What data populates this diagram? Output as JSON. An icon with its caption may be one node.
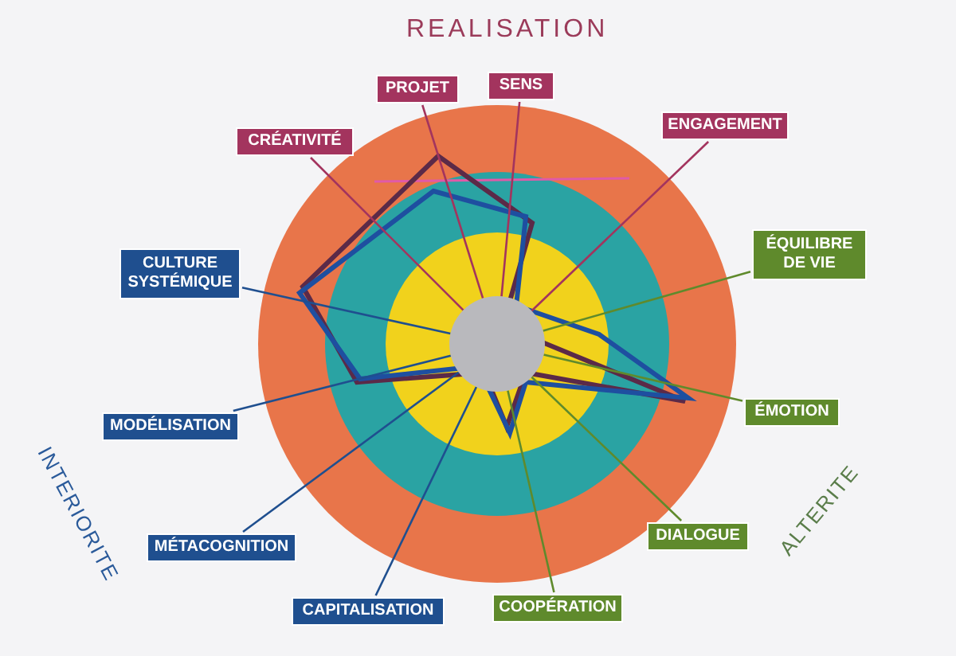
{
  "diagram": {
    "nodes": [
      {
        "text": [
          "PROJET"
        ]
      },
      {
        "text": [
          "SENS"
        ]
      },
      {
        "text": [
          "CRÉATIVITÉ"
        ]
      },
      {
        "text": [
          "ENGAGEMENT"
        ]
      },
      {
        "text": [
          "CULTURE SYSTÉMIQUE"
        ]
      },
      {
        "text": [
          "ÉQUILIBRE DE VIE"
        ]
      },
      {
        "text": [
          "MODÉLISATION"
        ]
      },
      {
        "text": [
          "ÉMOTION"
        ]
      },
      {
        "text": [
          "MÉTACOGNITION"
        ]
      },
      {
        "text": [
          "DIALOGUE"
        ]
      },
      {
        "text": [
          "CAPITALISATION"
        ]
      },
      {
        "text": [
          "COOPÉRATION"
        ]
      },
      {
        "text": [],
        "shape": "circle"
      }
    ],
    "edges": [
      {
        "from": 0,
        "to": 12,
        "arrow": "none",
        "color": "#a3345e"
      },
      {
        "from": 1,
        "to": 12,
        "arrow": "none",
        "color": "#a3345e"
      },
      {
        "from": 2,
        "to": 12,
        "arrow": "none",
        "color": "#a3345e"
      },
      {
        "from": 3,
        "to": 12,
        "arrow": "none",
        "color": "#a3345e"
      },
      {
        "from": 4,
        "to": 12,
        "arrow": "none",
        "color": "#1f4f8f"
      },
      {
        "from": 5,
        "to": 12,
        "arrow": "none",
        "color": "#5f8a2c"
      },
      {
        "from": 6,
        "to": 12,
        "arrow": "none",
        "color": "#1f4f8f"
      },
      {
        "from": 7,
        "to": 12,
        "arrow": "none",
        "color": "#5f8a2c"
      },
      {
        "from": 8,
        "to": 12,
        "arrow": "none",
        "color": "#1f4f8f"
      },
      {
        "from": 9,
        "to": 12,
        "arrow": "none",
        "color": "#5f8a2c"
      },
      {
        "from": 10,
        "to": 12,
        "arrow": "none",
        "color": "#1f4f8f"
      },
      {
        "from": 11,
        "to": 12,
        "arrow": "none",
        "color": "#5f8a2c"
      }
    ],
    "labels": [
      "REALISATION",
      "INTERIORITE",
      "ALTERITE"
    ]
  }
}
